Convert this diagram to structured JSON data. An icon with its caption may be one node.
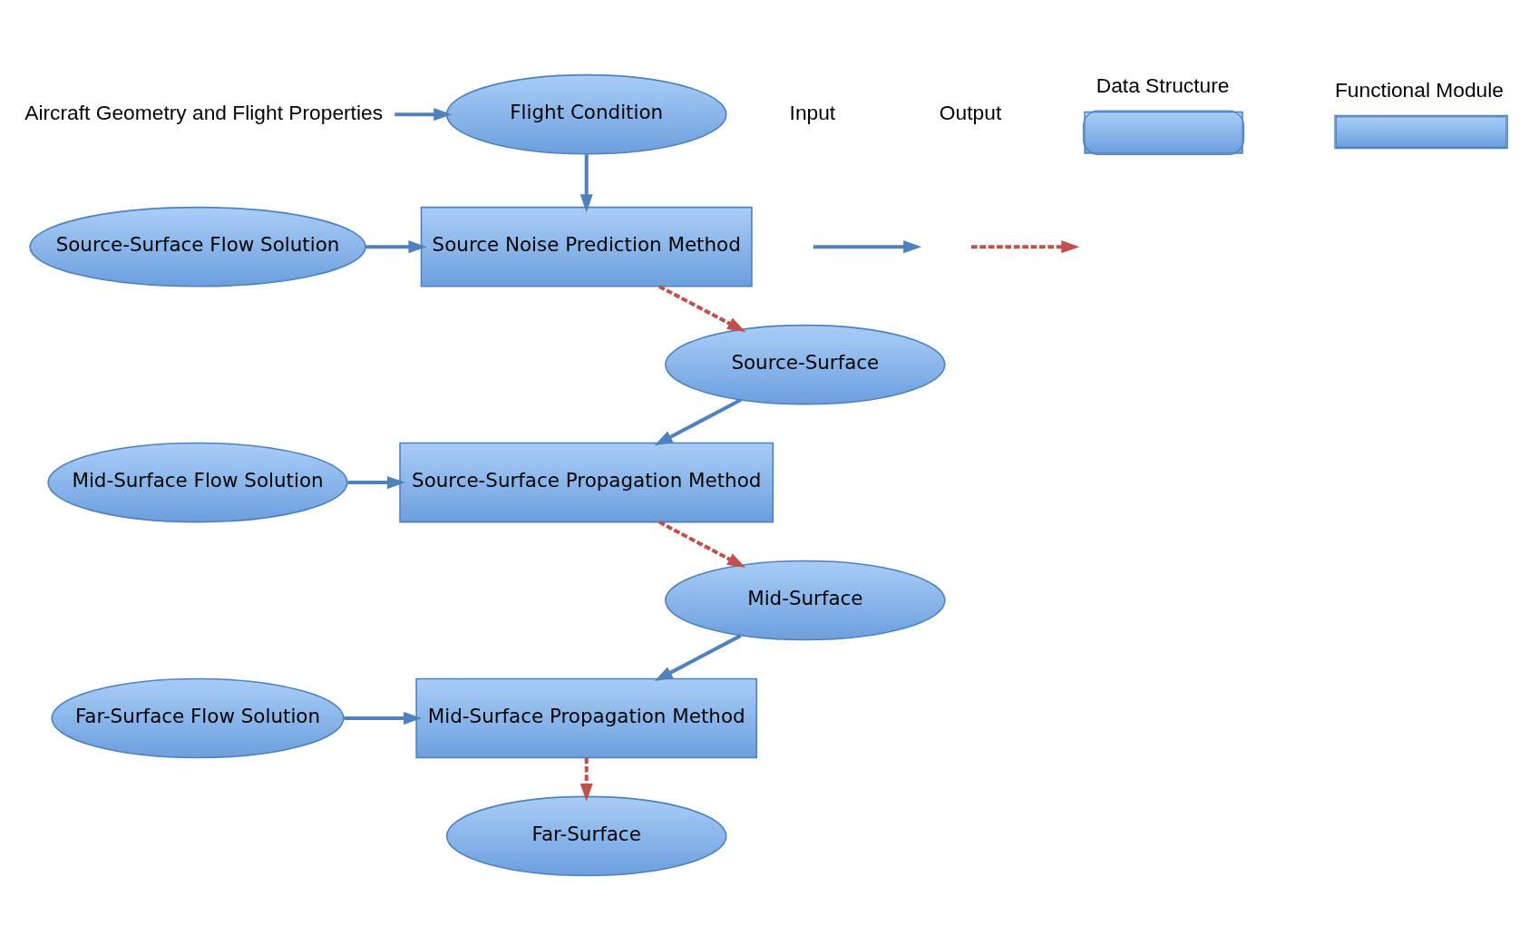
{
  "diagram": {
    "nodes": [
      {
        "text": [
          "Aircraft Geometry and Flight Properties"
        ]
      },
      {
        "text": [
          "Flight Condition"
        ]
      },
      {
        "text": [
          "Source-Surface Flow Solution"
        ]
      },
      {
        "text": [
          "Source Noise Prediction Method"
        ]
      },
      {
        "text": [
          "Source-Surface"
        ]
      },
      {
        "text": [
          "Mid-Surface Flow Solution"
        ]
      },
      {
        "text": [
          "Source-Surface Propagation Method"
        ]
      },
      {
        "text": [
          "Mid-Surface"
        ]
      },
      {
        "text": [
          "Far-Surface Flow Solution"
        ]
      },
      {
        "text": [
          "Mid-Surface Propagation Method"
        ]
      },
      {
        "text": [
          "Far-Surface"
        ]
      }
    ],
    "edges": [
      {
        "from": 0,
        "to": 1,
        "arrow": "to"
      },
      {
        "from": 1,
        "to": 3,
        "arrow": "to"
      },
      {
        "from": 2,
        "to": 3,
        "arrow": "to"
      },
      {
        "from": 3,
        "to": 4,
        "arrow": "to",
        "style": "dashed",
        "color": "#c0504d"
      },
      {
        "from": 4,
        "to": 6,
        "arrow": "to"
      },
      {
        "from": 5,
        "to": 6,
        "arrow": "to"
      },
      {
        "from": 6,
        "to": 7,
        "arrow": "to",
        "style": "dashed",
        "color": "#c0504d"
      },
      {
        "from": 7,
        "to": 9,
        "arrow": "to"
      },
      {
        "from": 8,
        "to": 9,
        "arrow": "to"
      },
      {
        "from": 9,
        "to": 10,
        "arrow": "to",
        "style": "dashed",
        "color": "#c0504d"
      }
    ],
    "legend": [
      {
        "text": "Input"
      },
      {
        "text": "Output"
      },
      {
        "text": "Data Structure"
      },
      {
        "text": "Functional Module"
      }
    ]
  }
}
